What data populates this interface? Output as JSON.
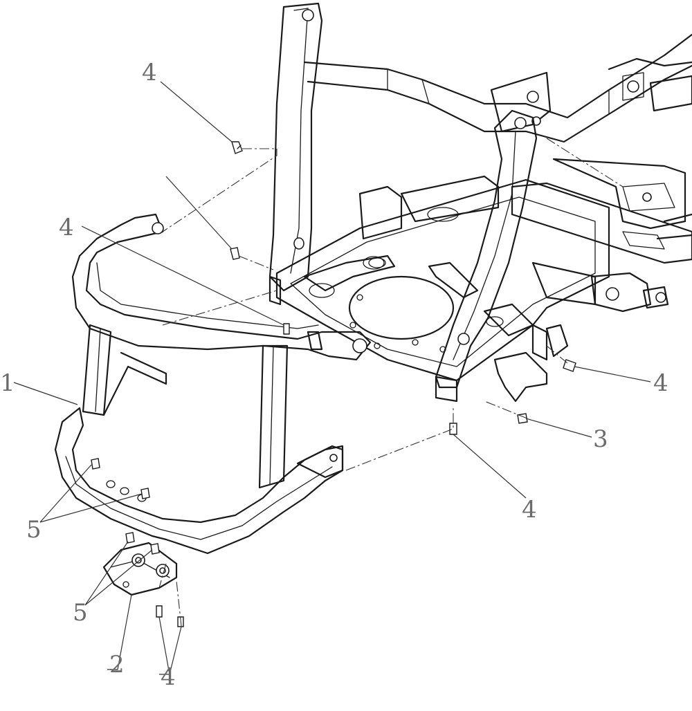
{
  "callouts": {
    "c1": "1",
    "c2": "2",
    "c3": "3",
    "c4a": "4",
    "c4b": "4",
    "c4c": "4",
    "c4d": "4",
    "c4e": "4",
    "c5a": "5",
    "c5b": "5"
  },
  "colors": {
    "line": "#1a1a1a",
    "callout_text": "#6b6b6b",
    "background": "#ffffff"
  }
}
